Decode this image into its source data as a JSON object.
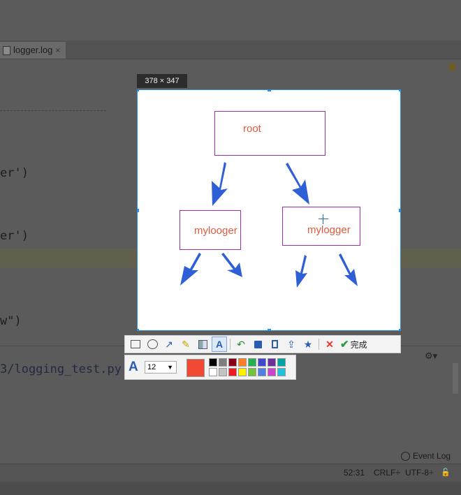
{
  "editor": {
    "tab_label": "logger.log",
    "tab_close": "×",
    "code_lines": [
      "er')",
      "er')",
      "w\")"
    ],
    "path_line": "3/logging_test.py"
  },
  "statusbar": {
    "event_log": "Event Log",
    "position": "52:31",
    "line_ending": "CRLF÷",
    "encoding": "UTF-8÷"
  },
  "capture": {
    "size_label": "378 × 347",
    "nodes": {
      "root": "root",
      "left": "mylooger",
      "right": "mylogger"
    },
    "arrow_color": "#2f5fd6"
  },
  "toolbar": {
    "done_label": "完成",
    "font_size": "12",
    "current_color": "#f04a35",
    "palette": [
      "#000000",
      "#7f7f7f",
      "#880015",
      "#ff7f27",
      "#22b14c",
      "#3f48cc",
      "#6b2fa0",
      "#00a2a2",
      "#ffffff",
      "#c3c3c3",
      "#ed1c24",
      "#fff200",
      "#74c23c",
      "#4f7fe0",
      "#cc44cc",
      "#22c3d8"
    ]
  }
}
